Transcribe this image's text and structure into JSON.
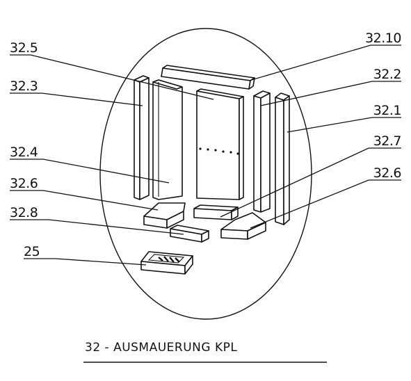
{
  "title": "32 - AUSMAUERUNG KPL",
  "highlight_color": "#e8141c",
  "labels": {
    "l32_5": "32.5",
    "l32_3": "32.3",
    "l32_4": "32.4",
    "l32_6_left": "32.6",
    "l32_8": "32.8",
    "l25": "25",
    "l32_10": "32.10",
    "l32_2": "32.2",
    "l32_1": "32.1",
    "l32_7": "32.7",
    "l32_6_right": "32.6"
  }
}
